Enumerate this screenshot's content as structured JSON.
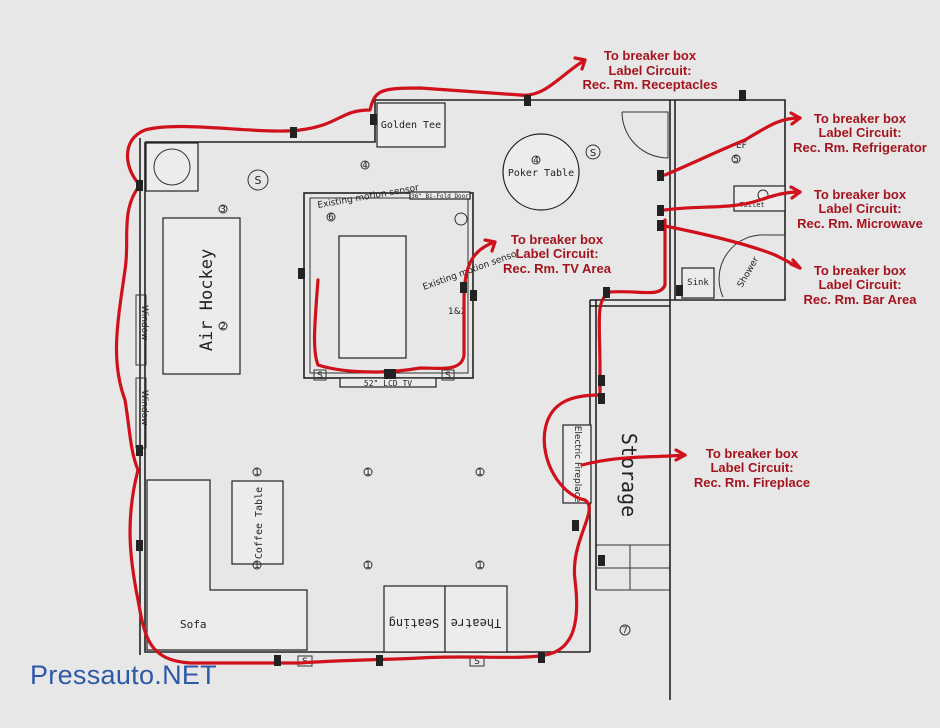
{
  "rooms": {
    "golden_tee": "Golden Tee",
    "poker_table": "Poker Table",
    "air_hockey": "Air Hockey",
    "coffee_table": "Coffee Table",
    "sofa": "Sofa",
    "theatre_left": "Seating",
    "theatre_right": "Theatre",
    "storage": "Storage",
    "fireplace": "Electric Fireplace",
    "sink": "Sink",
    "shower": "Shower",
    "toilet": "Toilet",
    "tv": "52\" LCD TV",
    "bifold": "36\" Bi-Fold Door",
    "window": "Window",
    "sensor_left": "Existing motion sensor",
    "sensor_right": "Existing motion sensor",
    "sensor_right_note": "1&2",
    "fan": "EF"
  },
  "circuit_labels": [
    {
      "lines": [
        "To breaker box",
        "Label Circuit:",
        "Rec. Rm. Receptacles"
      ]
    },
    {
      "lines": [
        "To breaker box",
        "Label Circuit:",
        "Rec. Rm. Refrigerator"
      ]
    },
    {
      "lines": [
        "To breaker box",
        "Label Circuit:",
        "Rec. Rm. Microwave"
      ]
    },
    {
      "lines": [
        "To breaker box",
        "Label Circuit:",
        "Rec. Rm. TV Area"
      ]
    },
    {
      "lines": [
        "To breaker box",
        "Label Circuit:",
        "Rec. Rm. Bar Area"
      ]
    },
    {
      "lines": [
        "To breaker box",
        "Label Circuit:",
        "Rec. Rm. Fireplace"
      ]
    }
  ],
  "markers": {
    "one": "1",
    "two": "2",
    "three": "3",
    "four": "4",
    "five": "5",
    "six": "6",
    "seven": "7",
    "switch": "S"
  },
  "watermark": "Pressauto.NET",
  "colors": {
    "wire": "#d0101a",
    "label": "#a5141e",
    "watermark": "#2d5aa8"
  }
}
